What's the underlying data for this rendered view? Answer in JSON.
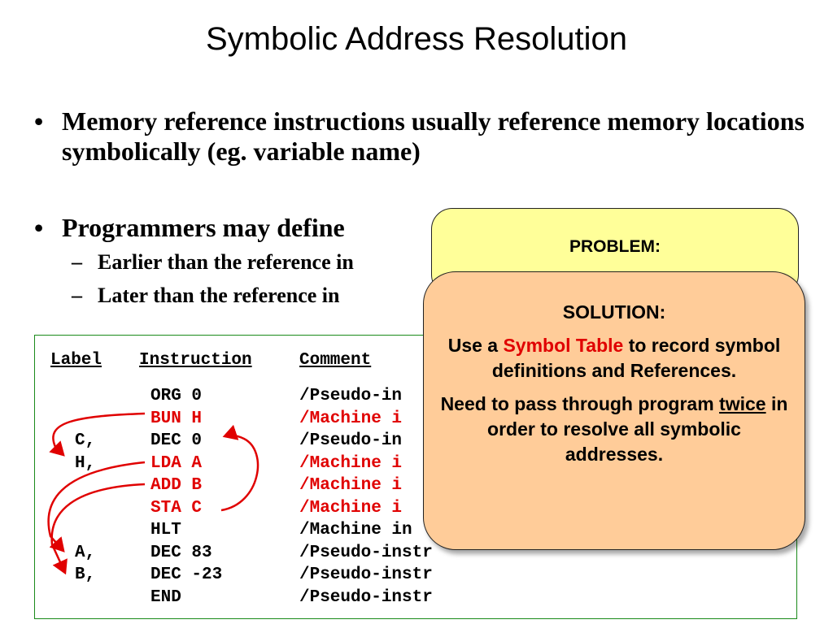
{
  "slide": {
    "title": "Symbolic Address Resolution",
    "bullets": [
      {
        "symbol": "•",
        "text": "Memory reference instructions usually reference memory locations symbolically (eg. variable name)"
      },
      {
        "symbol": "•",
        "text": "Programmers may define"
      }
    ],
    "subbullets": [
      {
        "symbol": "–",
        "text": "Earlier than the reference in"
      },
      {
        "symbol": "–",
        "text": "Later than the reference in"
      }
    ]
  },
  "program": {
    "headers": {
      "label": "Label",
      "instruction": "Instruction",
      "comment": "Comment"
    },
    "rows": [
      {
        "label": "",
        "instruction": "ORG 0",
        "comment": "/Pseudo-in",
        "highlight": false
      },
      {
        "label": "",
        "instruction": "BUN H",
        "comment": "/Machine i",
        "highlight": true
      },
      {
        "label": "C,",
        "instruction": "DEC 0",
        "comment": "/Pseudo-in",
        "highlight": false
      },
      {
        "label": "H,",
        "instruction": "LDA A",
        "comment": "/Machine i",
        "highlight": true
      },
      {
        "label": "",
        "instruction": "ADD B",
        "comment": "/Machine i",
        "highlight": true
      },
      {
        "label": "",
        "instruction": "STA C",
        "comment": "/Machine i",
        "highlight": true
      },
      {
        "label": "",
        "instruction": "HLT",
        "comment": "/Machine in",
        "highlight": false
      },
      {
        "label": "A,",
        "instruction": "DEC 83",
        "comment": "/Pseudo-instr",
        "highlight": false
      },
      {
        "label": "B,",
        "instruction": "DEC -23",
        "comment": "/Pseudo-instr",
        "highlight": false
      },
      {
        "label": "",
        "instruction": "END",
        "comment": "/Pseudo-instr",
        "highlight": false
      }
    ]
  },
  "problem_box": {
    "heading": "PROBLEM:"
  },
  "solution_box": {
    "heading": "SOLUTION:",
    "line1_prefix": "Use a",
    "line1_highlight": "Symbol Table",
    "line1_suffix": "to record symbol definitions and References.",
    "line2_prefix": "Need to pass through program",
    "line2_emphasis": "twice",
    "line2_suffix": "in order to resolve all symbolic addresses."
  },
  "colors": {
    "highlight_text": "#e00000",
    "arrow": "#e00000",
    "problem_fill": "#ffff99",
    "solution_fill": "#ffcc99",
    "code_border": "#1a8a1a"
  }
}
